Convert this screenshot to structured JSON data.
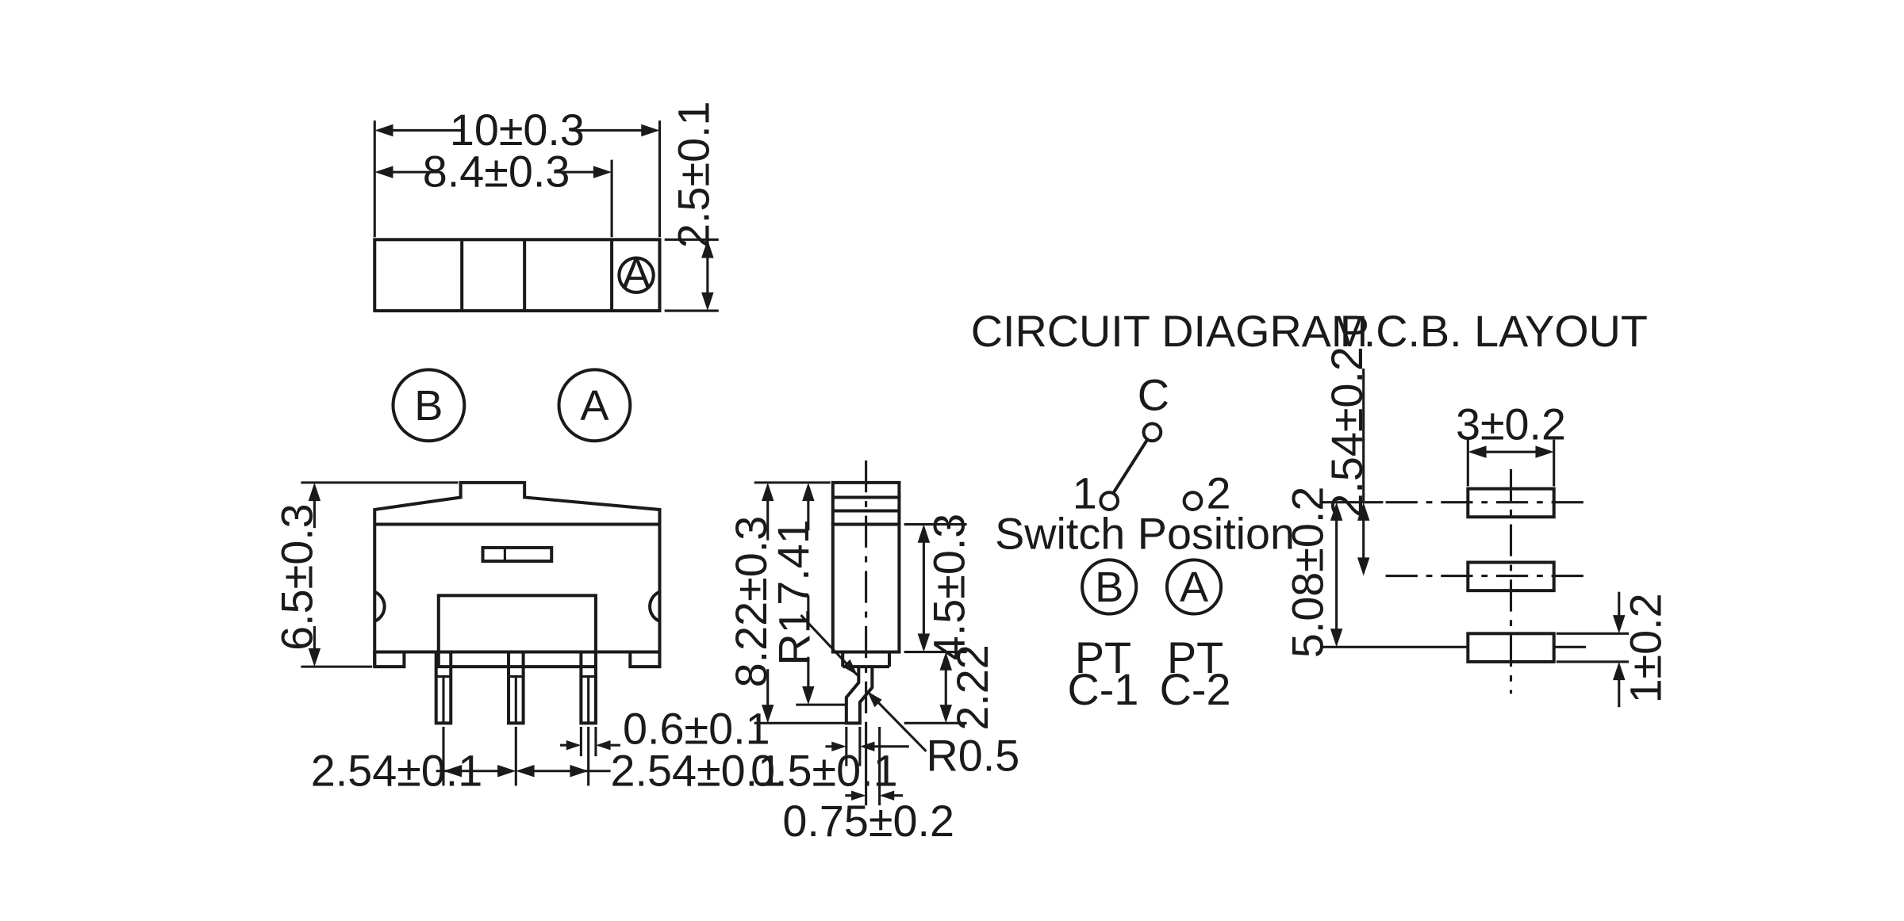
{
  "top_view": {
    "width": "10±0.3",
    "inner_width": "8.4±0.3",
    "height": "2.5±0.1",
    "mark": "A"
  },
  "front_view": {
    "position_b": "B",
    "position_a": "A",
    "height": "6.5±0.3",
    "pitch_left": "2.54±0.1",
    "pitch_right": "2.54±0.1",
    "pin_width": "0.6±0.1"
  },
  "side_view": {
    "overall_height": "8.22±0.3",
    "body_height": "7.41",
    "radius_1": "R1",
    "actuator_height": "4.5±0.3",
    "pin_length": "2.22",
    "radius_2": "R0.5",
    "pin_thickness": "0.5±0.1",
    "pin_spacing": "0.75±0.2"
  },
  "circuit": {
    "title": "CIRCUIT DIAGRAM",
    "common": "C",
    "terminal_1": "1",
    "terminal_2": "2",
    "switch_label": "Switch Position",
    "pos_b": "B",
    "pos_a": "A",
    "pt_left": "PT",
    "c_left": "C-1",
    "pt_right": "PT",
    "c_right": "C-2"
  },
  "pcb": {
    "title": "P.C.B. LAYOUT",
    "pad_pitch": "2.54±0.2",
    "pad_length": "3±0.2",
    "span": "5.08±0.2",
    "pad_width": "1±0.2"
  }
}
